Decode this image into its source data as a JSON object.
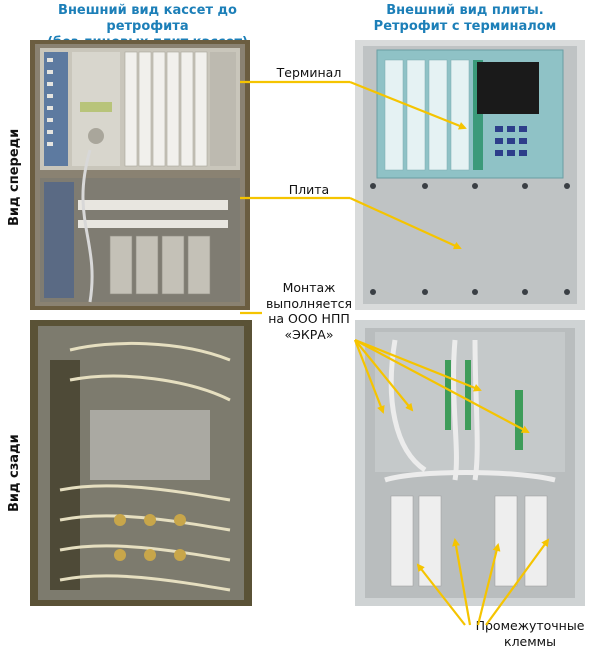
{
  "headings": {
    "left_line1": "Внешний вид кассет до ретрофита",
    "left_line2": "(без лицевых плит кассет)",
    "right_line1": "Внешний вид плиты.",
    "right_line2": "Ретрофит с терминалом"
  },
  "side_labels": {
    "front": "Вид спереди",
    "back": "Вид сзади"
  },
  "callouts": {
    "terminal": "Терминал",
    "plate": "Плита",
    "mounting_line1": "Монтаж",
    "mounting_line2": "выполняется",
    "mounting_line3": "на ООО НПП",
    "mounting_line4": "«ЭКРА»",
    "terminals_line1": "Промежуточные",
    "terminals_line2": "клеммы"
  },
  "colors": {
    "heading": "#1c7fb8",
    "arrow": "#f5c400",
    "text": "#111111"
  }
}
